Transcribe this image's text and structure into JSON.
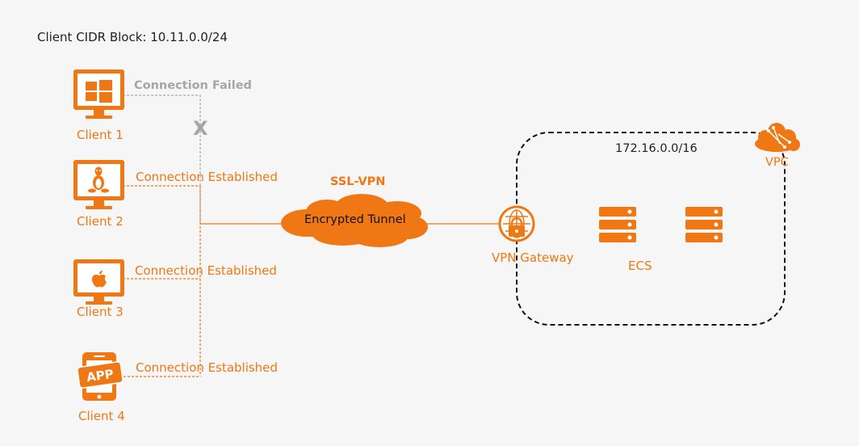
{
  "cidr_label": "Client CIDR Block: 10.11.0.0/24",
  "clients": [
    {
      "name": "Client 1",
      "os_icon": "windows-icon",
      "status": "Connection Failed"
    },
    {
      "name": "Client 2",
      "os_icon": "linux-icon",
      "status": "Connection Established"
    },
    {
      "name": "Client 3",
      "os_icon": "apple-icon",
      "status": "Connection Established"
    },
    {
      "name": "Client 4",
      "os_icon": "mobile-app-icon",
      "status": "Connection Established",
      "app_badge": "APP"
    }
  ],
  "failed_marker": "X",
  "tunnel": {
    "protocol": "SSL-VPN",
    "label": "Encrypted Tunnel"
  },
  "vpc": {
    "cidr": "172.16.0.0/16",
    "label": "VPC"
  },
  "gateway_label": "VPN Gateway",
  "ecs_label": "ECS",
  "colors": {
    "accent": "#f07814",
    "failed": "#a6a6a6",
    "background": "#f6f6f6"
  }
}
